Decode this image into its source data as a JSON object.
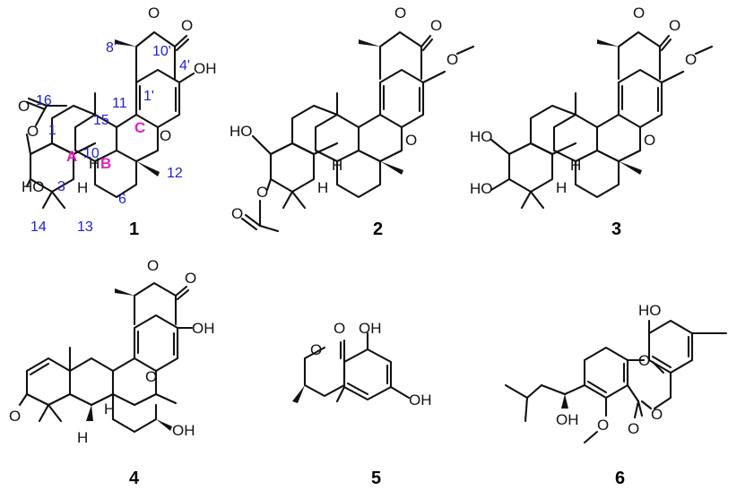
{
  "compounds": [
    {
      "id": "1"
    },
    {
      "id": "2"
    },
    {
      "id": "3"
    },
    {
      "id": "4"
    },
    {
      "id": "5"
    },
    {
      "id": "6"
    }
  ],
  "atoms": {
    "O": "O",
    "OH": "OH",
    "HO": "HO",
    "H": "H"
  },
  "numbering_1": [
    "16",
    "1",
    "15",
    "10",
    "11",
    "1'",
    "4'",
    "8'",
    "10'",
    "C",
    "A",
    "B",
    "3",
    "12",
    "6",
    "14",
    "13"
  ],
  "colors": {
    "bond": "#111111",
    "atom_number": "#1f1fd6",
    "ring_label": "#e020c8"
  }
}
